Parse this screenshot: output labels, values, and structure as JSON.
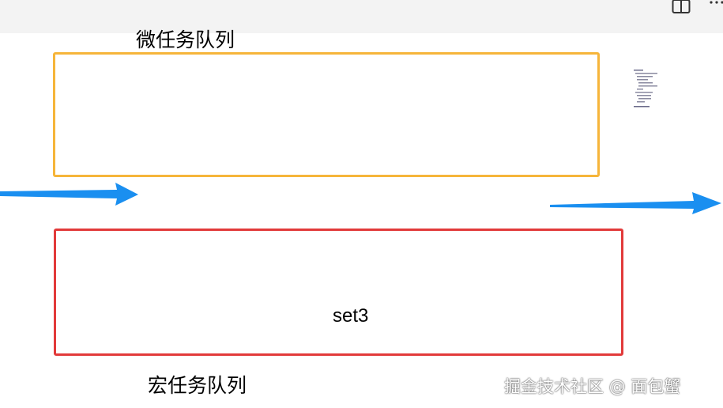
{
  "micro_queue": {
    "title": "微任务队列",
    "color": "#f6b53a",
    "tasks": []
  },
  "macro_queue": {
    "title": "宏任务队列",
    "color": "#e23a3a",
    "tasks": [
      "set3"
    ]
  },
  "arrow_color": "#1a8ff0",
  "icons": {
    "split": "split-view-icon",
    "more": "more-options-icon"
  },
  "watermark": "掘金技术社区 @ 面包蟹"
}
